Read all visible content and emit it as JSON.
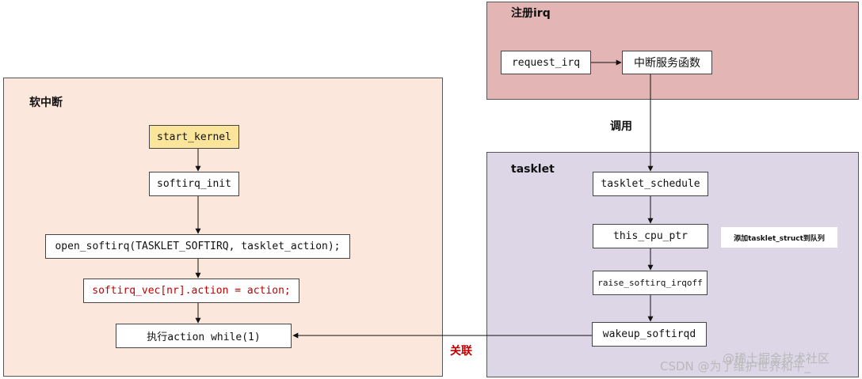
{
  "colors": {
    "softirq_panel": "#fbe7dc",
    "register_panel": "#e4b5b5",
    "tasklet_panel": "#dcd6e7",
    "start_box": "#fbe59b",
    "highlight_text": "#c00000"
  },
  "softirq_panel": {
    "title": "软中断",
    "start_kernel": "start_kernel",
    "softirq_init": "softirq_init",
    "open_softirq": "open_softirq(TASKLET_SOFTIRQ, tasklet_action);",
    "vec_assign": "softirq_vec[nr].action = action;",
    "exec_loop": "执行action while(1)"
  },
  "register_panel": {
    "title": "注册irq",
    "request_irq": "request_irq",
    "isr": "中断服务函数"
  },
  "tasklet_panel": {
    "title": "tasklet",
    "tasklet_schedule": "tasklet_schedule",
    "this_cpu_ptr": "this_cpu_ptr",
    "raise": "raise_softirq_irqoff",
    "wakeup": "wakeup_softirqd",
    "note": "添加tasklet_struct到队列"
  },
  "call_label": "调用",
  "link_label": "关联",
  "watermark": {
    "line1": "@稀土掘金技术社区",
    "line2": "CSDN @为了维护世界和平_"
  }
}
